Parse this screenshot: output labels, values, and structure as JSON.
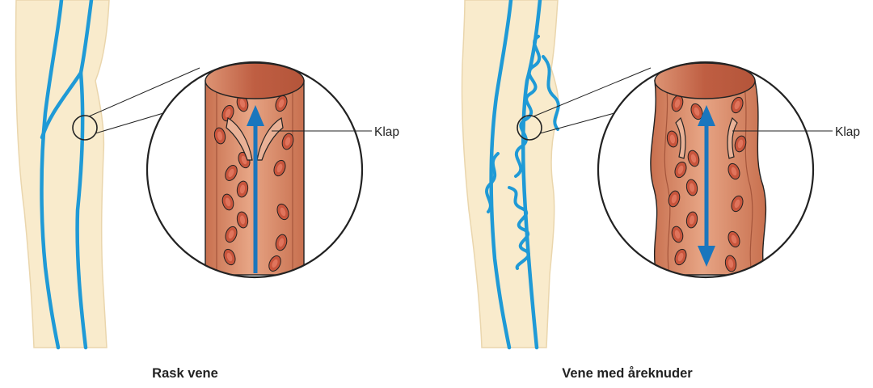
{
  "panels": [
    {
      "caption": "Rask vene",
      "valve_label": "Klap"
    },
    {
      "caption": "Vene med åreknuder",
      "valve_label": "Klap"
    }
  ],
  "colors": {
    "skin": "#f9ebcc",
    "skin_edge": "#ead6ad",
    "vein_blue": "#1f9ad6",
    "arrow_blue": "#1a76bd",
    "vessel": "#d9896a",
    "vessel_dark": "#c46a4c",
    "vessel_top": "#bd5d42",
    "cell": "#c8553c",
    "cell_core": "#e0745c",
    "outline": "#222222"
  },
  "icons": [
    "up-arrow-icon",
    "double-arrow-icon"
  ]
}
